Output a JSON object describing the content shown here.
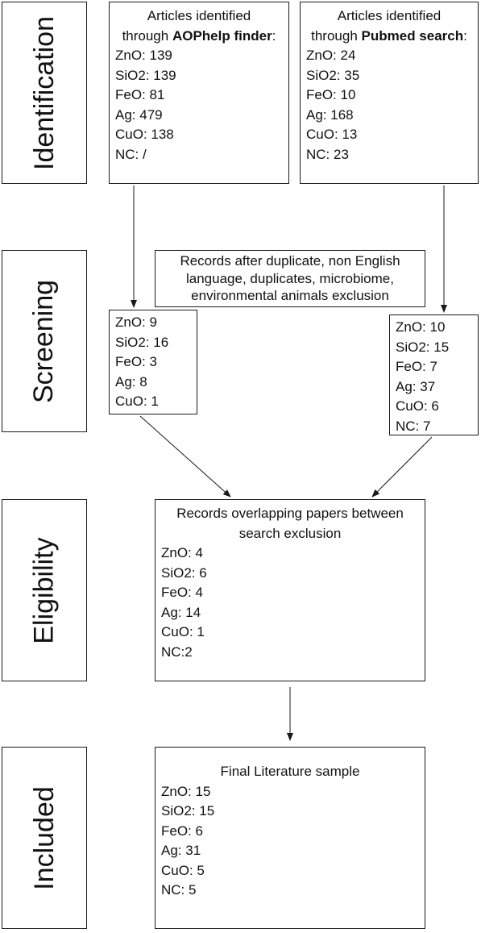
{
  "stages": [
    {
      "label": "Identification"
    },
    {
      "label": "Screening"
    },
    {
      "label": "Eligibility"
    },
    {
      "label": "Included"
    }
  ],
  "identification": {
    "aophelp": {
      "heading_prefix_line1": "Articles identified",
      "heading_prefix_line2": "through ",
      "heading_bold": "AOPhelp finder",
      "heading_suffix": ":",
      "items": [
        "ZnO: 139",
        "SiO2: 139",
        "FeO: 81",
        "Ag: 479",
        "CuO: 138",
        "NC: /"
      ]
    },
    "pubmed": {
      "heading_prefix_line1": "Articles identified",
      "heading_prefix_line2": "through ",
      "heading_bold": "Pubmed search",
      "heading_suffix": ":",
      "items": [
        "ZnO: 24",
        "SiO2: 35",
        "FeO: 10",
        "Ag: 168",
        "CuO: 13",
        "NC: 23"
      ]
    }
  },
  "screening": {
    "exclusion_note": [
      "Records after duplicate, non English",
      "language, duplicates, microbiome,",
      "environmental animals exclusion"
    ],
    "left_items": [
      "ZnO: 9",
      "SiO2: 16",
      "FeO: 3",
      "Ag: 8",
      "CuO: 1"
    ],
    "right_items": [
      "ZnO: 10",
      "SiO2: 15",
      "FeO: 7",
      "Ag: 37",
      "CuO: 6",
      "NC: 7"
    ]
  },
  "eligibility": {
    "heading": [
      "Records overlapping papers between",
      "search exclusion"
    ],
    "items": [
      "ZnO: 4",
      "SiO2: 6",
      "FeO: 4",
      "Ag: 14",
      "CuO: 1",
      "NC:2"
    ]
  },
  "included": {
    "heading": "Final Literature sample",
    "items": [
      "ZnO: 15",
      "SiO2: 15",
      "FeO: 6",
      "Ag: 31",
      "CuO: 5",
      "NC: 5"
    ]
  }
}
